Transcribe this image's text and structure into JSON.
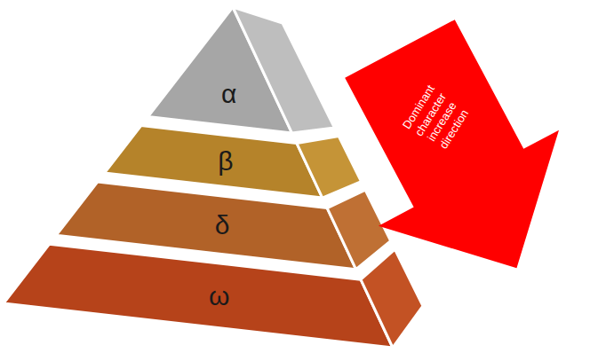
{
  "diagram": {
    "nodes": [
      {
        "text": [
          "α"
        ]
      },
      {
        "text": [
          "β"
        ]
      },
      {
        "text": [
          "δ"
        ]
      },
      {
        "text": [
          "ω"
        ]
      },
      {
        "text": [
          "Dominant character increase direction"
        ]
      }
    ]
  }
}
